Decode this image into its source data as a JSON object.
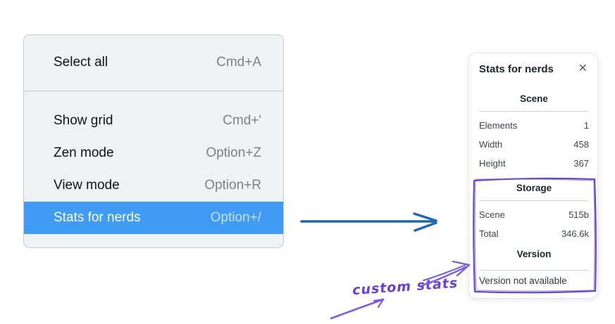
{
  "colors": {
    "menu_highlight": "#3f9bf3",
    "arrow_blue": "#1f68b1",
    "annotation_purple": "#6a3ed8",
    "sketch_rect_purple": "#6847d5",
    "arrow_purple": "#7a5ce6"
  },
  "menu": {
    "items": [
      {
        "label": "Select all",
        "shortcut": "Cmd+A"
      },
      {
        "label": "Show grid",
        "shortcut": "Cmd+'"
      },
      {
        "label": "Zen mode",
        "shortcut": "Option+Z"
      },
      {
        "label": "View mode",
        "shortcut": "Option+R"
      },
      {
        "label": "Stats for nerds",
        "shortcut": "Option+/"
      }
    ]
  },
  "stats_panel": {
    "title": "Stats for nerds",
    "close_icon": "✕",
    "sections": [
      {
        "header": "Scene",
        "rows": [
          {
            "label": "Elements",
            "value": "1"
          },
          {
            "label": "Width",
            "value": "458"
          },
          {
            "label": "Height",
            "value": "367"
          }
        ]
      },
      {
        "header": "Storage",
        "rows": [
          {
            "label": "Scene",
            "value": "515b"
          },
          {
            "label": "Total",
            "value": "346.6k"
          }
        ]
      },
      {
        "header": "Version",
        "note": "Version not available"
      }
    ]
  },
  "annotation": {
    "label": "custom stats"
  }
}
